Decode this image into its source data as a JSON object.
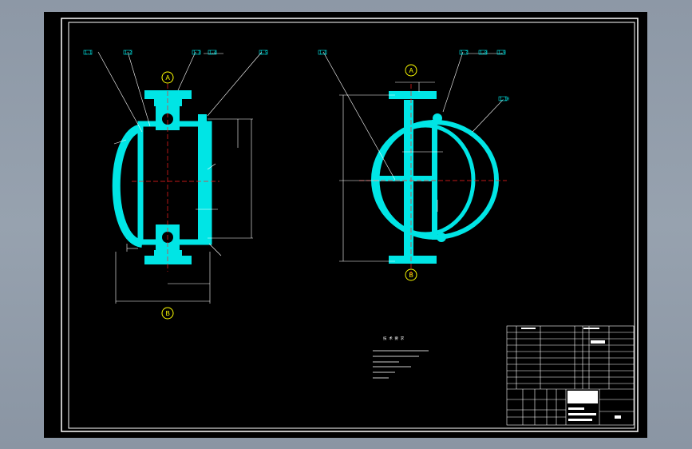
{
  "drawing": {
    "left_view": {
      "part_labels": [
        "1-1",
        "1-2",
        "1-3",
        "1-4",
        "1-5"
      ],
      "markers": {
        "top": "A",
        "bottom": "B"
      }
    },
    "right_view": {
      "part_labels": [
        "1-1",
        "1-7",
        "1-8",
        "1-9",
        "1-10"
      ],
      "markers": {
        "top": "A",
        "bottom": "B"
      }
    },
    "notes_title": "技 术 要 求"
  },
  "colors": {
    "background": "#000000",
    "part_fill": "#00e5e5",
    "border": "#ffffff",
    "centerline": "#ff2020",
    "marker_fill": "#ffff00"
  }
}
